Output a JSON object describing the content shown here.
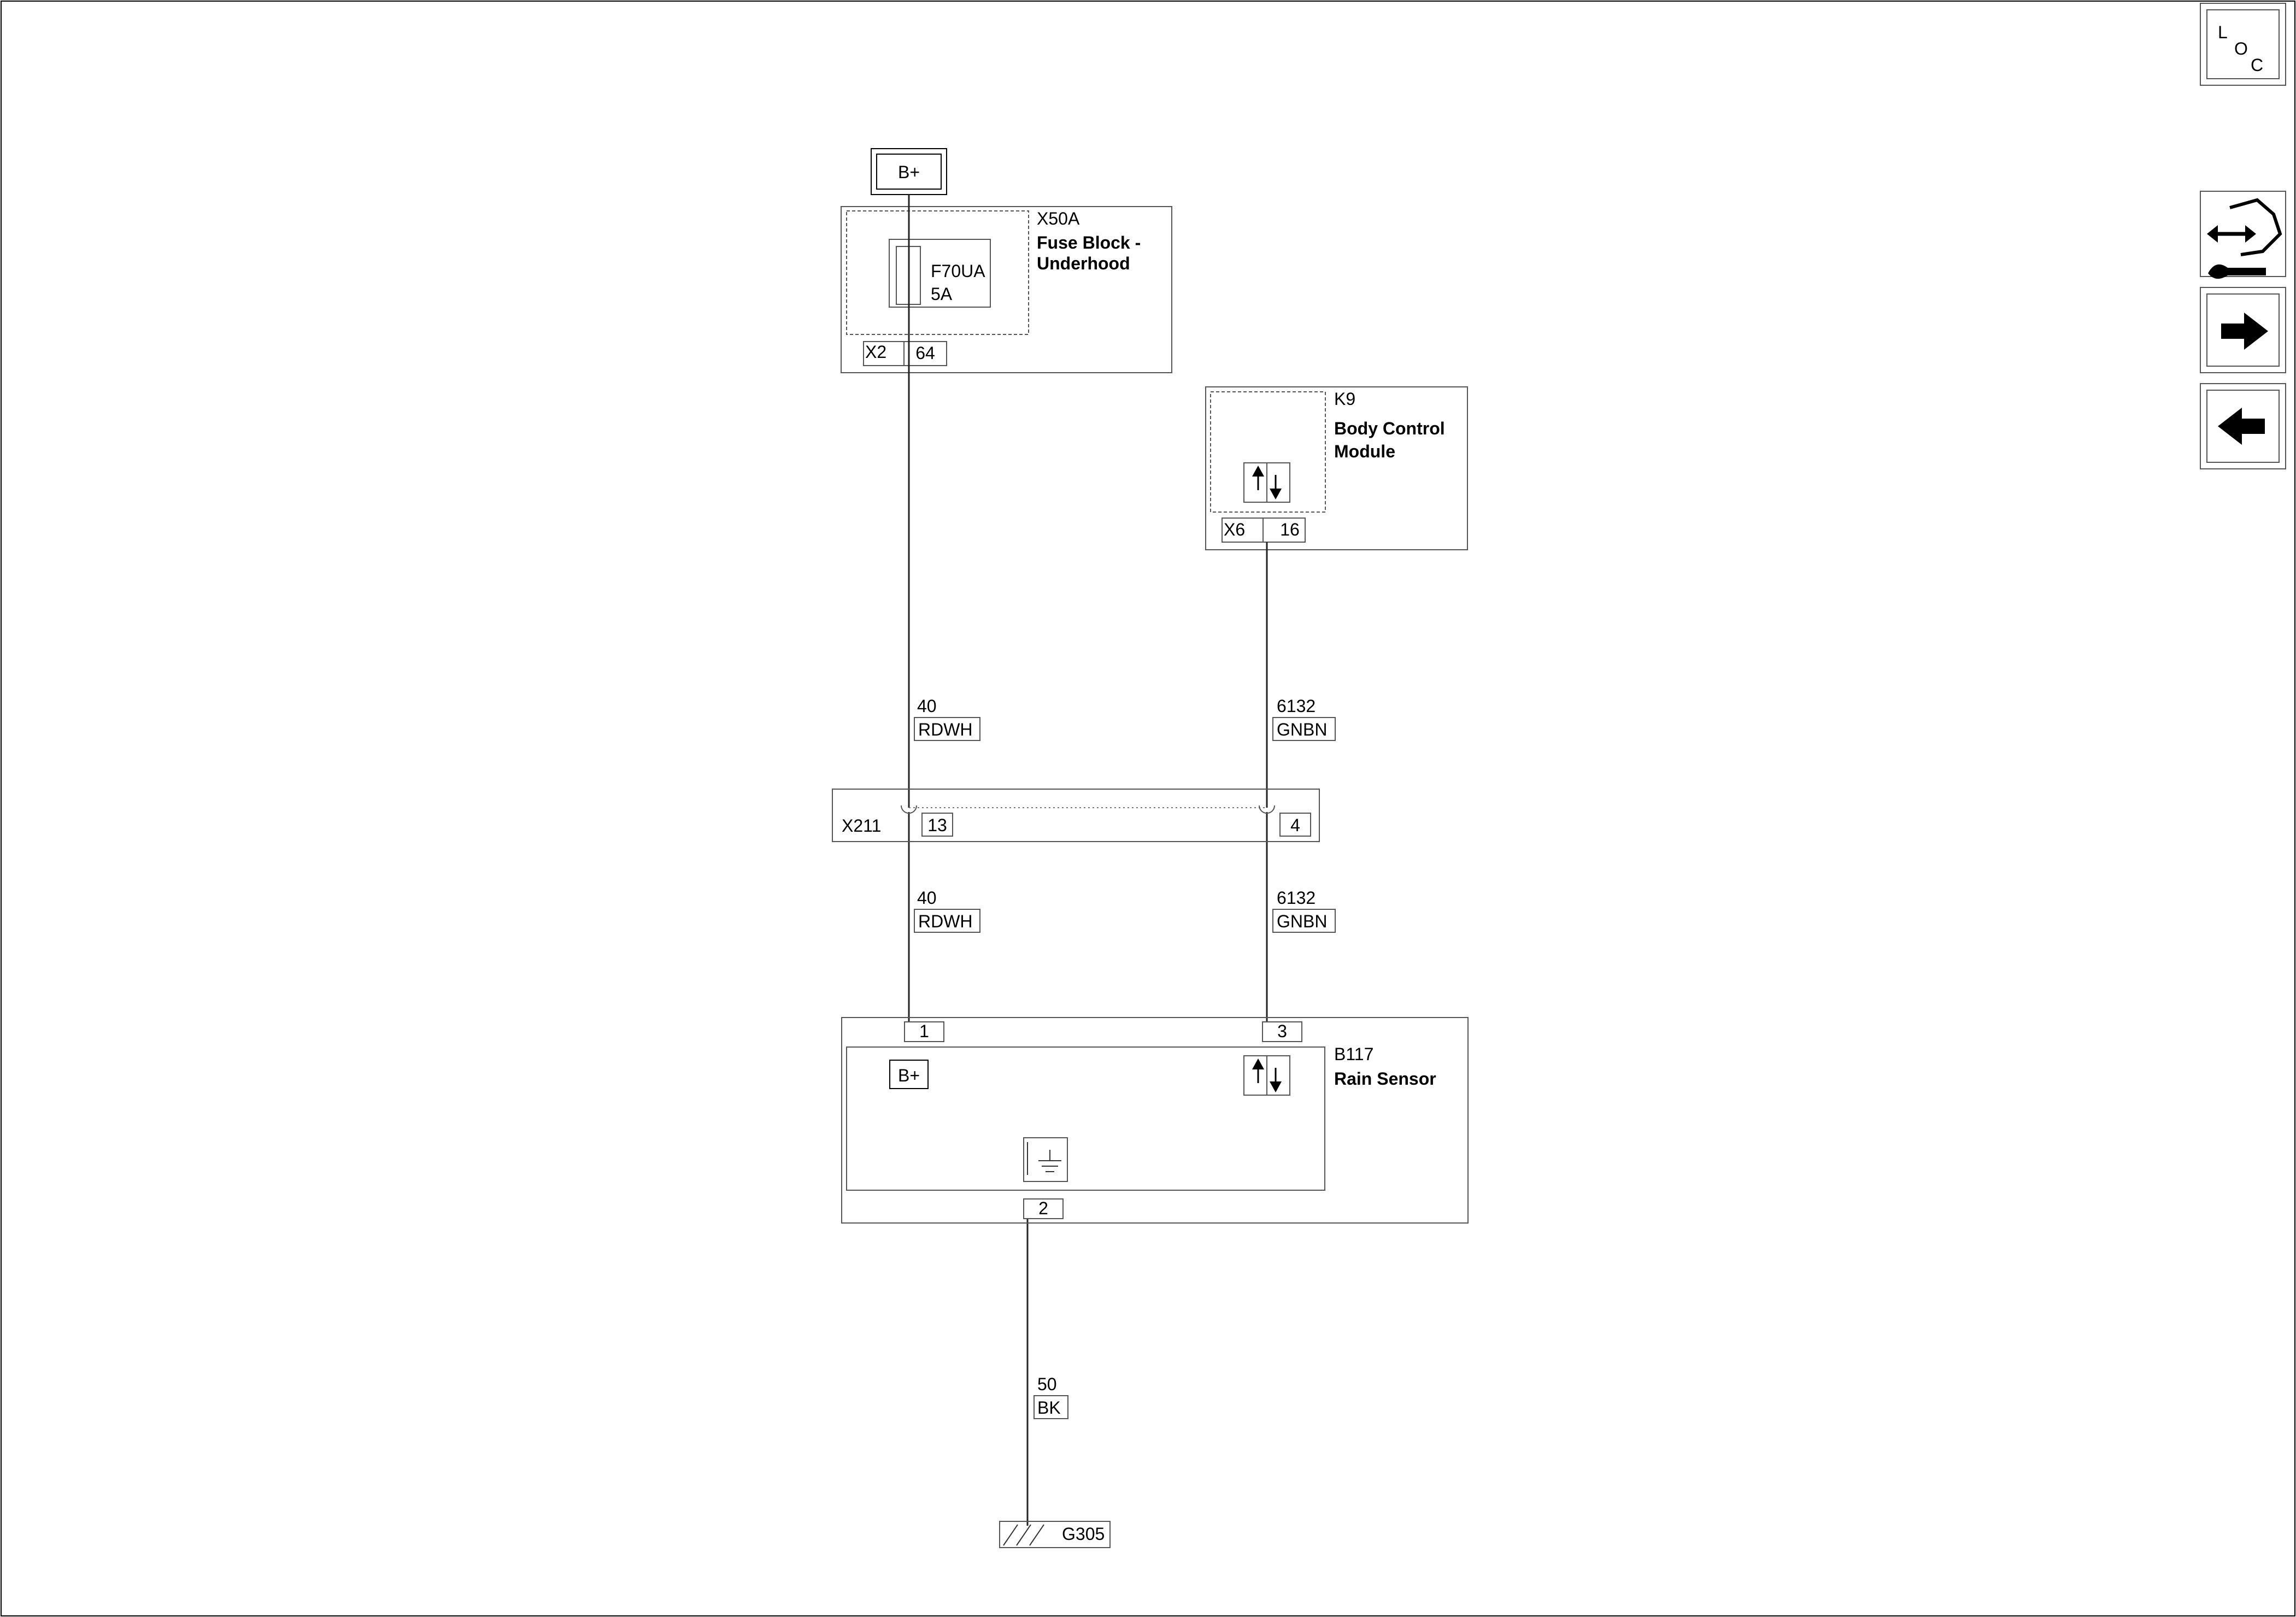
{
  "power": {
    "label": "B+"
  },
  "fuse_block": {
    "id": "X50A",
    "name_line1": "Fuse Block -",
    "name_line2": "Underhood",
    "fuse_id": "F70UA",
    "fuse_rating": "5A",
    "connector": "X2",
    "pin": "64"
  },
  "bcm": {
    "id": "K9",
    "name_line1": "Body Control",
    "name_line2": "Module",
    "connector": "X6",
    "pin": "16"
  },
  "wires": {
    "w40_upper": {
      "circuit": "40",
      "color": "RDWH"
    },
    "w6132_upper": {
      "circuit": "6132",
      "color": "GNBN"
    },
    "w40_lower": {
      "circuit": "40",
      "color": "RDWH"
    },
    "w6132_lower": {
      "circuit": "6132",
      "color": "GNBN"
    },
    "w50": {
      "circuit": "50",
      "color": "BK"
    }
  },
  "inline_connector": {
    "id": "X211",
    "pin_left": "13",
    "pin_right": "4"
  },
  "rain_sensor": {
    "id": "B117",
    "name": "Rain Sensor",
    "pin_power": "1",
    "pin_signal": "3",
    "pin_ground": "2",
    "power_symbol": "B+"
  },
  "ground": {
    "id": "G305"
  },
  "nav": {
    "loc_letters": [
      "L",
      "O",
      "C"
    ],
    "icons": [
      "component-locator-icon",
      "vehicle-service-icon",
      "next-page-arrow-icon",
      "previous-page-arrow-icon"
    ]
  }
}
